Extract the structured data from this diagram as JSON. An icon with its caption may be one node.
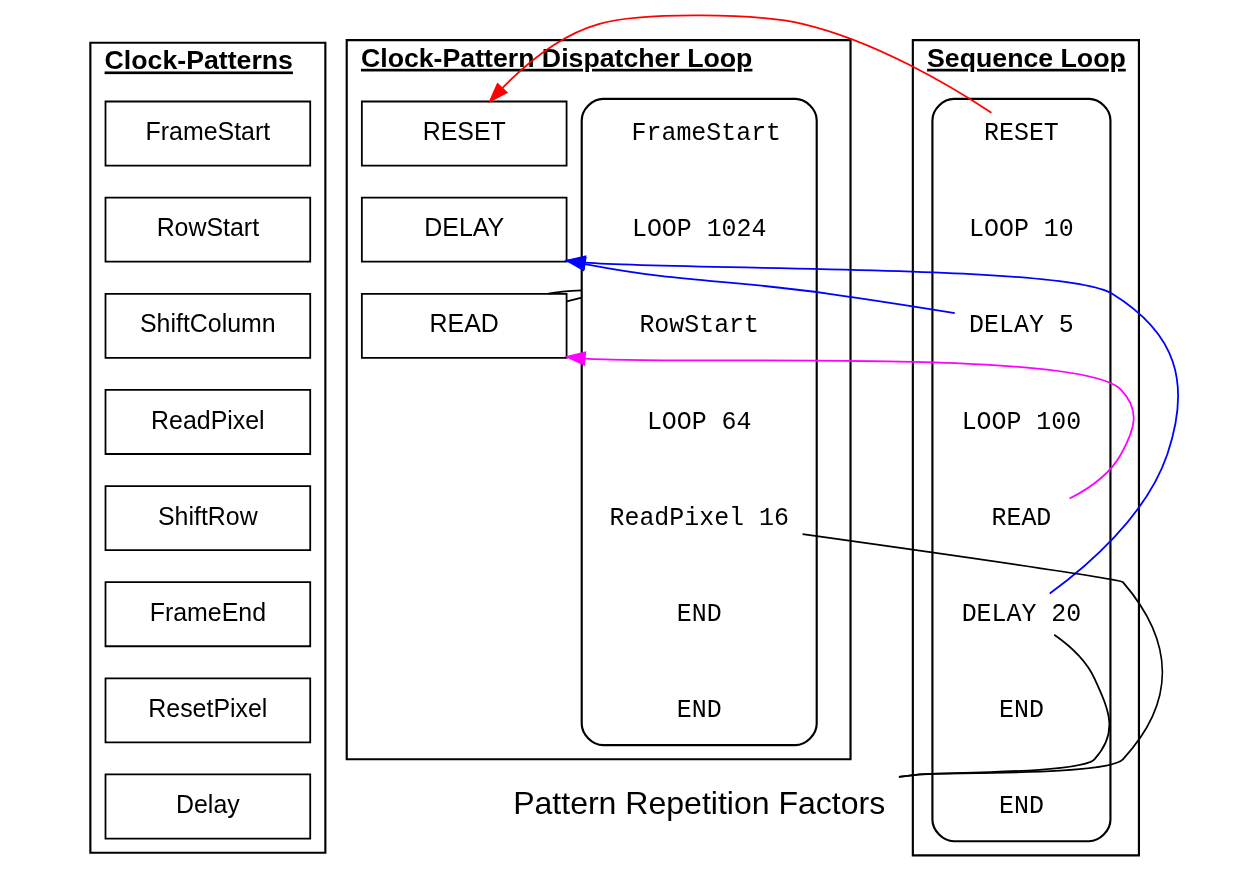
{
  "diagram": {
    "nodes": [
      {
        "text": [
          "Clock-Patterns"
        ]
      },
      {
        "text": [
          "FrameStart"
        ],
        "in": 0
      },
      {
        "text": [
          "RowStart"
        ],
        "in": 0
      },
      {
        "text": [
          "ShiftColumn"
        ],
        "in": 0
      },
      {
        "text": [
          "ReadPixel"
        ],
        "in": 0
      },
      {
        "text": [
          "ShiftRow"
        ],
        "in": 0
      },
      {
        "text": [
          "FrameEnd"
        ],
        "in": 0
      },
      {
        "text": [
          "ResetPixel"
        ],
        "in": 0
      },
      {
        "text": [
          "Delay"
        ],
        "in": 0
      },
      {
        "text": [
          "Clock-Pattern Dispatcher Loop"
        ]
      },
      {
        "text": [
          "RESET"
        ],
        "in": 9
      },
      {
        "text": [
          "DELAY"
        ],
        "in": 9
      },
      {
        "text": [
          "READ"
        ],
        "in": 9
      },
      {
        "text": [],
        "shape": "box",
        "in": 9
      },
      {
        "text": [
          "FrameStart"
        ],
        "in": 13
      },
      {
        "text": [
          "LOOP 1024"
        ],
        "in": 13
      },
      {
        "text": [
          "RowStart"
        ],
        "in": 13
      },
      {
        "text": [
          "LOOP 64"
        ],
        "in": 13
      },
      {
        "text": [
          "ReadPixel 16"
        ],
        "in": 13
      },
      {
        "text": [
          "END"
        ],
        "in": 13
      },
      {
        "text": [
          "END"
        ],
        "in": 13
      },
      {
        "text": [
          "Sequence Loop"
        ]
      },
      {
        "text": [],
        "shape": "box",
        "in": 21
      },
      {
        "text": [
          "RESET"
        ],
        "in": 22
      },
      {
        "text": [
          "LOOP 10"
        ],
        "in": 22
      },
      {
        "text": [
          "DELAY 5"
        ],
        "in": 22
      },
      {
        "text": [
          "LOOP 100"
        ],
        "in": 22
      },
      {
        "text": [
          "READ"
        ],
        "in": 22
      },
      {
        "text": [
          "DELAY 20"
        ],
        "in": 22
      },
      {
        "text": [
          "END"
        ],
        "in": 22
      },
      {
        "text": [
          "END"
        ],
        "in": 22
      },
      {
        "text": [
          "Pattern Repetition Factors"
        ]
      }
    ],
    "edges": [
      {
        "from": 23,
        "to": 10,
        "arrow": "to",
        "color": "#ff0000"
      },
      {
        "from": 25,
        "to": 11,
        "arrow": "to",
        "color": "#0000ff"
      },
      {
        "from": 27,
        "to": 12,
        "arrow": "to",
        "color": "#ff00ff"
      },
      {
        "from": 28,
        "to": 11,
        "arrow": "to",
        "color": "#0000ff"
      },
      {
        "from": 12,
        "to": 13,
        "arrow": "none"
      },
      {
        "from": 12,
        "to": 13,
        "arrow": "none"
      },
      {
        "from": 31,
        "to": 18,
        "arrow": "none"
      },
      {
        "from": 31,
        "to": 28,
        "arrow": "none"
      }
    ]
  }
}
